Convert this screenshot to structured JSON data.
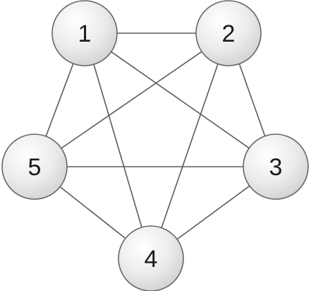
{
  "graph": {
    "nodes": [
      {
        "id": "1",
        "label": "1"
      },
      {
        "id": "2",
        "label": "2"
      },
      {
        "id": "3",
        "label": "3"
      },
      {
        "id": "4",
        "label": "4"
      },
      {
        "id": "5",
        "label": "5"
      }
    ],
    "edges": [
      [
        "1",
        "2"
      ],
      [
        "1",
        "5"
      ],
      [
        "1",
        "3"
      ],
      [
        "1",
        "4"
      ],
      [
        "2",
        "5"
      ],
      [
        "2",
        "3"
      ],
      [
        "2",
        "4"
      ],
      [
        "5",
        "3"
      ],
      [
        "5",
        "4"
      ],
      [
        "3",
        "4"
      ]
    ]
  },
  "colors": {
    "node_fill_light": "#ffffff",
    "node_fill_dark": "#d0d0d0",
    "node_stroke": "#666666",
    "edge": "#5b5b5b",
    "label": "#1a1a1a"
  }
}
